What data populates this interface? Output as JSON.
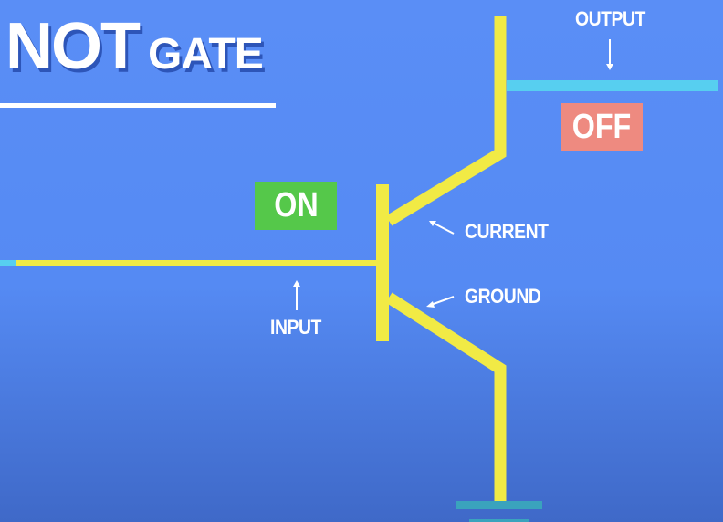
{
  "title": {
    "main": "NOT",
    "sub": "GATE"
  },
  "labels": {
    "output": "OUTPUT",
    "input": "INPUT",
    "current": "CURRENT",
    "ground": "GROUND"
  },
  "states": {
    "input_state": "ON",
    "output_state": "OFF"
  },
  "colors": {
    "background": "#558af3",
    "wire": "#f1ea45",
    "output_wire": "#57cff0",
    "ground_plate": "#3aa3bd",
    "on_badge": "#55c84a",
    "off_badge": "#ee8a80"
  }
}
